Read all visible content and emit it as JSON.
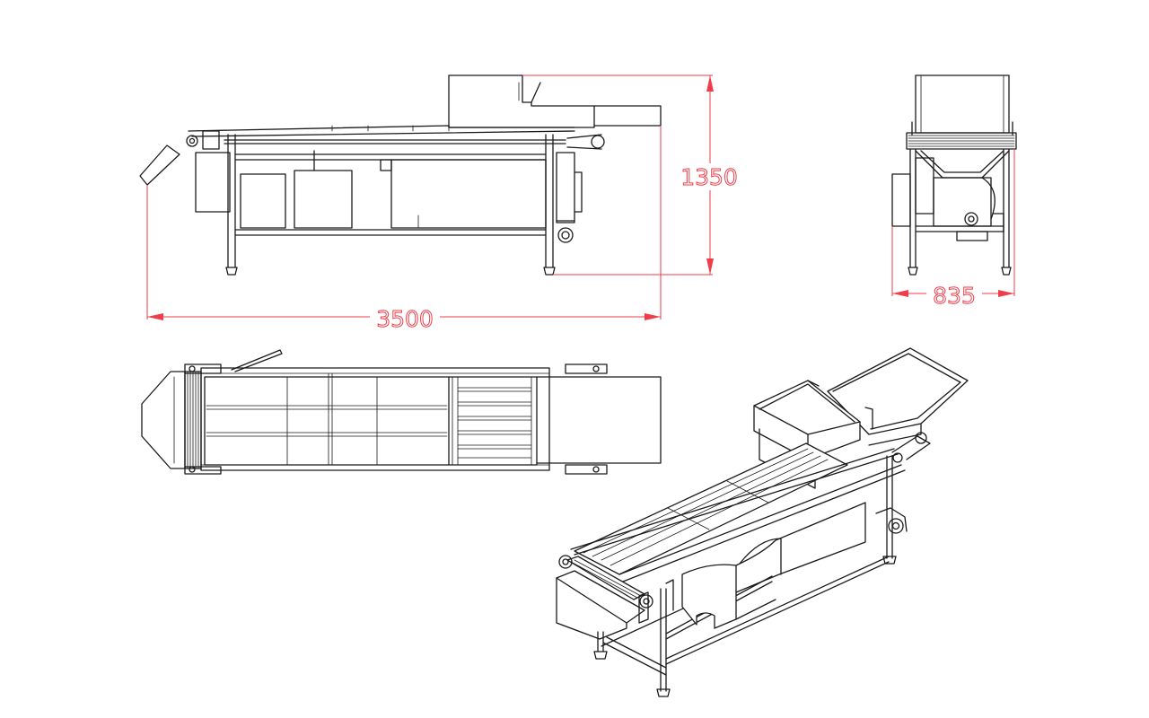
{
  "dimensions": {
    "length": "3500",
    "height": "1350",
    "width": "835"
  },
  "colors": {
    "dimension": "#ef3e4a",
    "line": "#1a1a1a",
    "background": "#ffffff"
  }
}
